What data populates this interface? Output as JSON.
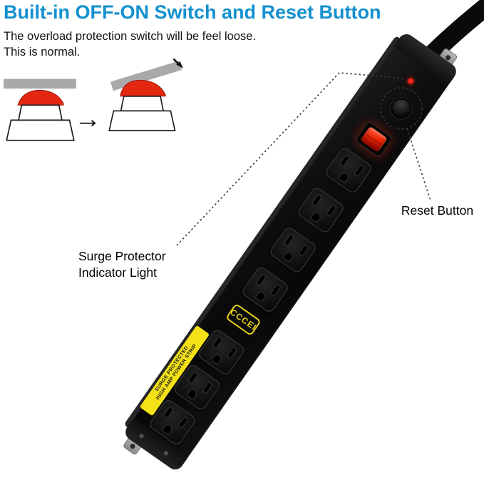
{
  "title": "Built-in OFF-ON Switch and Reset Button",
  "description": {
    "line1": "The overload protection switch will be feel loose.",
    "line2": "This is normal."
  },
  "callouts": {
    "reset_button": "Reset Button",
    "indicator_line1": "Surge Protector",
    "indicator_line2": "Indicator Light"
  },
  "power_strip": {
    "brand": "CCCEI",
    "warning_label_line1": "SURGE PROTECTED",
    "warning_label_line2": "HIGH AMP POWER STRIP",
    "outlet_count": 7,
    "features": [
      "surge-indicator-light",
      "reset-button",
      "power-switch",
      "outlets",
      "warning-label",
      "power-cord"
    ]
  },
  "glyphs": {
    "transition_arrow": "→"
  },
  "colors": {
    "title_blue": "#1290cf",
    "switch_red": "#ee2404",
    "led_red": "#ff2417",
    "label_yellow": "#f4e117",
    "brand_yellow": "#e6cf1a",
    "strip_black": "#0d0d0d",
    "plate_gray": "#a9a9a9",
    "annotation_line": "#3a3a3a"
  }
}
